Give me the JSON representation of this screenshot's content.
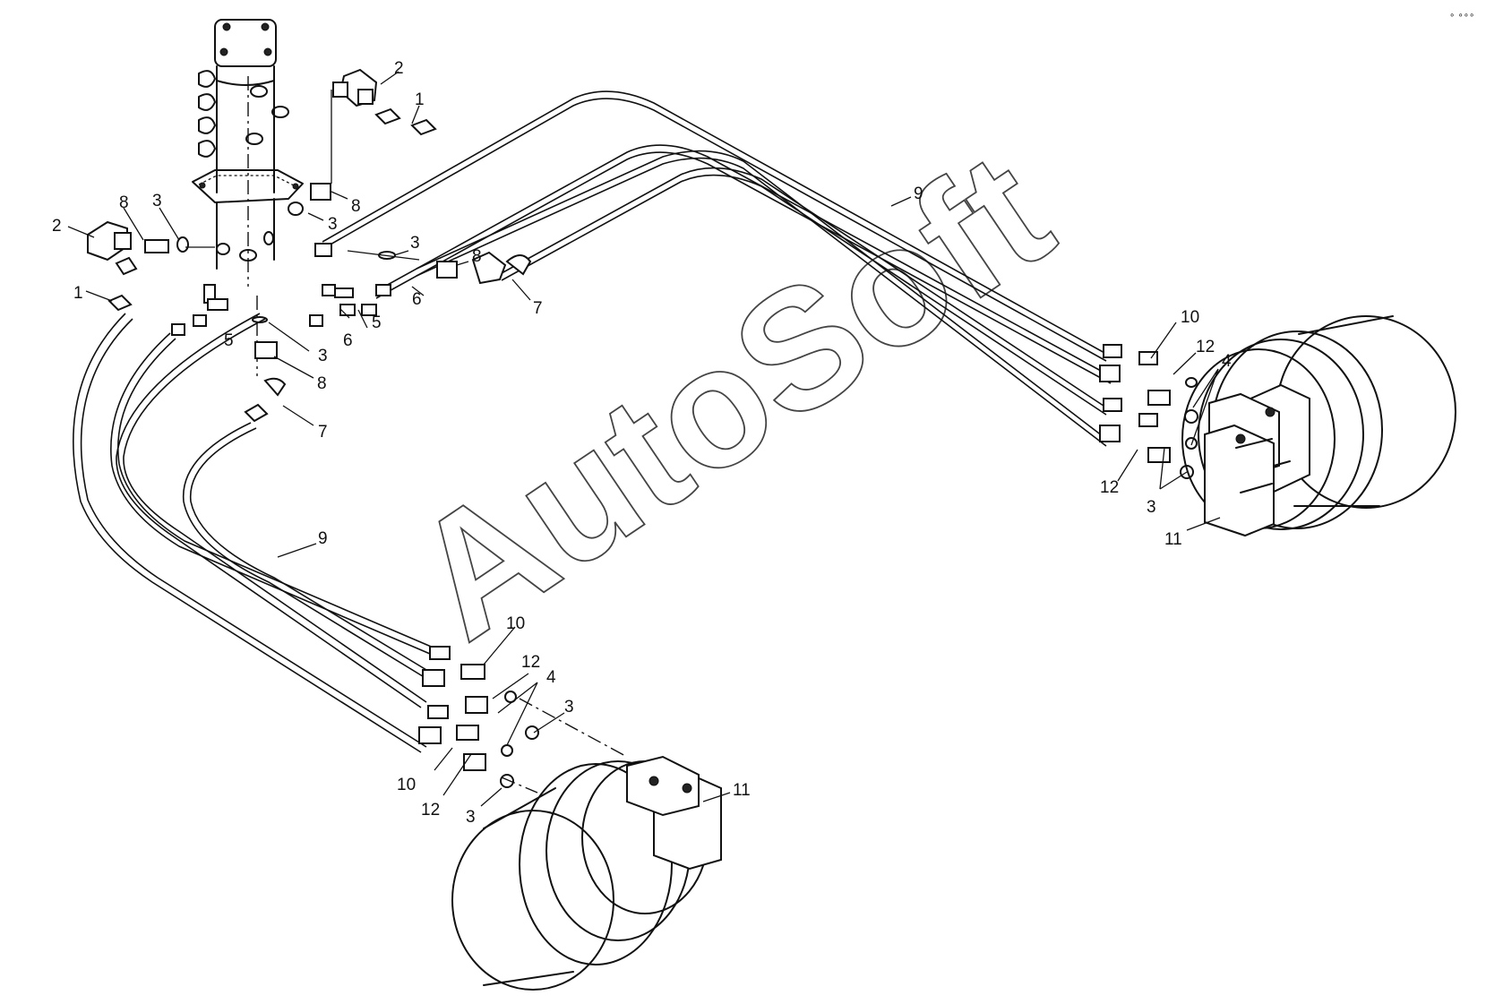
{
  "watermark": "AutoSoft",
  "corner_mark": "∘ ∘∘∘",
  "callouts": [
    {
      "id": "c-2a",
      "text": "2"
    },
    {
      "id": "c-1a",
      "text": "1"
    },
    {
      "id": "c-8a",
      "text": "8"
    },
    {
      "id": "c-3a",
      "text": "3"
    },
    {
      "id": "c-9a",
      "text": "9"
    },
    {
      "id": "c-2b",
      "text": "2"
    },
    {
      "id": "c-8b",
      "text": "8"
    },
    {
      "id": "c-3b",
      "text": "3"
    },
    {
      "id": "c-1b",
      "text": "1"
    },
    {
      "id": "c-3c",
      "text": "3"
    },
    {
      "id": "c-8c",
      "text": "8"
    },
    {
      "id": "c-6a",
      "text": "6"
    },
    {
      "id": "c-7a",
      "text": "7"
    },
    {
      "id": "c-5a",
      "text": "5"
    },
    {
      "id": "c-6b",
      "text": "6"
    },
    {
      "id": "c-5b",
      "text": "5"
    },
    {
      "id": "c-3d",
      "text": "3"
    },
    {
      "id": "c-8d",
      "text": "8"
    },
    {
      "id": "c-7b",
      "text": "7"
    },
    {
      "id": "c-9b",
      "text": "9"
    },
    {
      "id": "c-10a",
      "text": "10"
    },
    {
      "id": "c-12a",
      "text": "12"
    },
    {
      "id": "c-4a",
      "text": "4"
    },
    {
      "id": "c-12b",
      "text": "12"
    },
    {
      "id": "c-3e",
      "text": "3"
    },
    {
      "id": "c-11a",
      "text": "11"
    },
    {
      "id": "c-10b",
      "text": "10"
    },
    {
      "id": "c-12c",
      "text": "12"
    },
    {
      "id": "c-4b",
      "text": "4"
    },
    {
      "id": "c-3f",
      "text": "3"
    },
    {
      "id": "c-10c",
      "text": "10"
    },
    {
      "id": "c-12d",
      "text": "12"
    },
    {
      "id": "c-3g",
      "text": "3"
    },
    {
      "id": "c-11b",
      "text": "11"
    }
  ]
}
